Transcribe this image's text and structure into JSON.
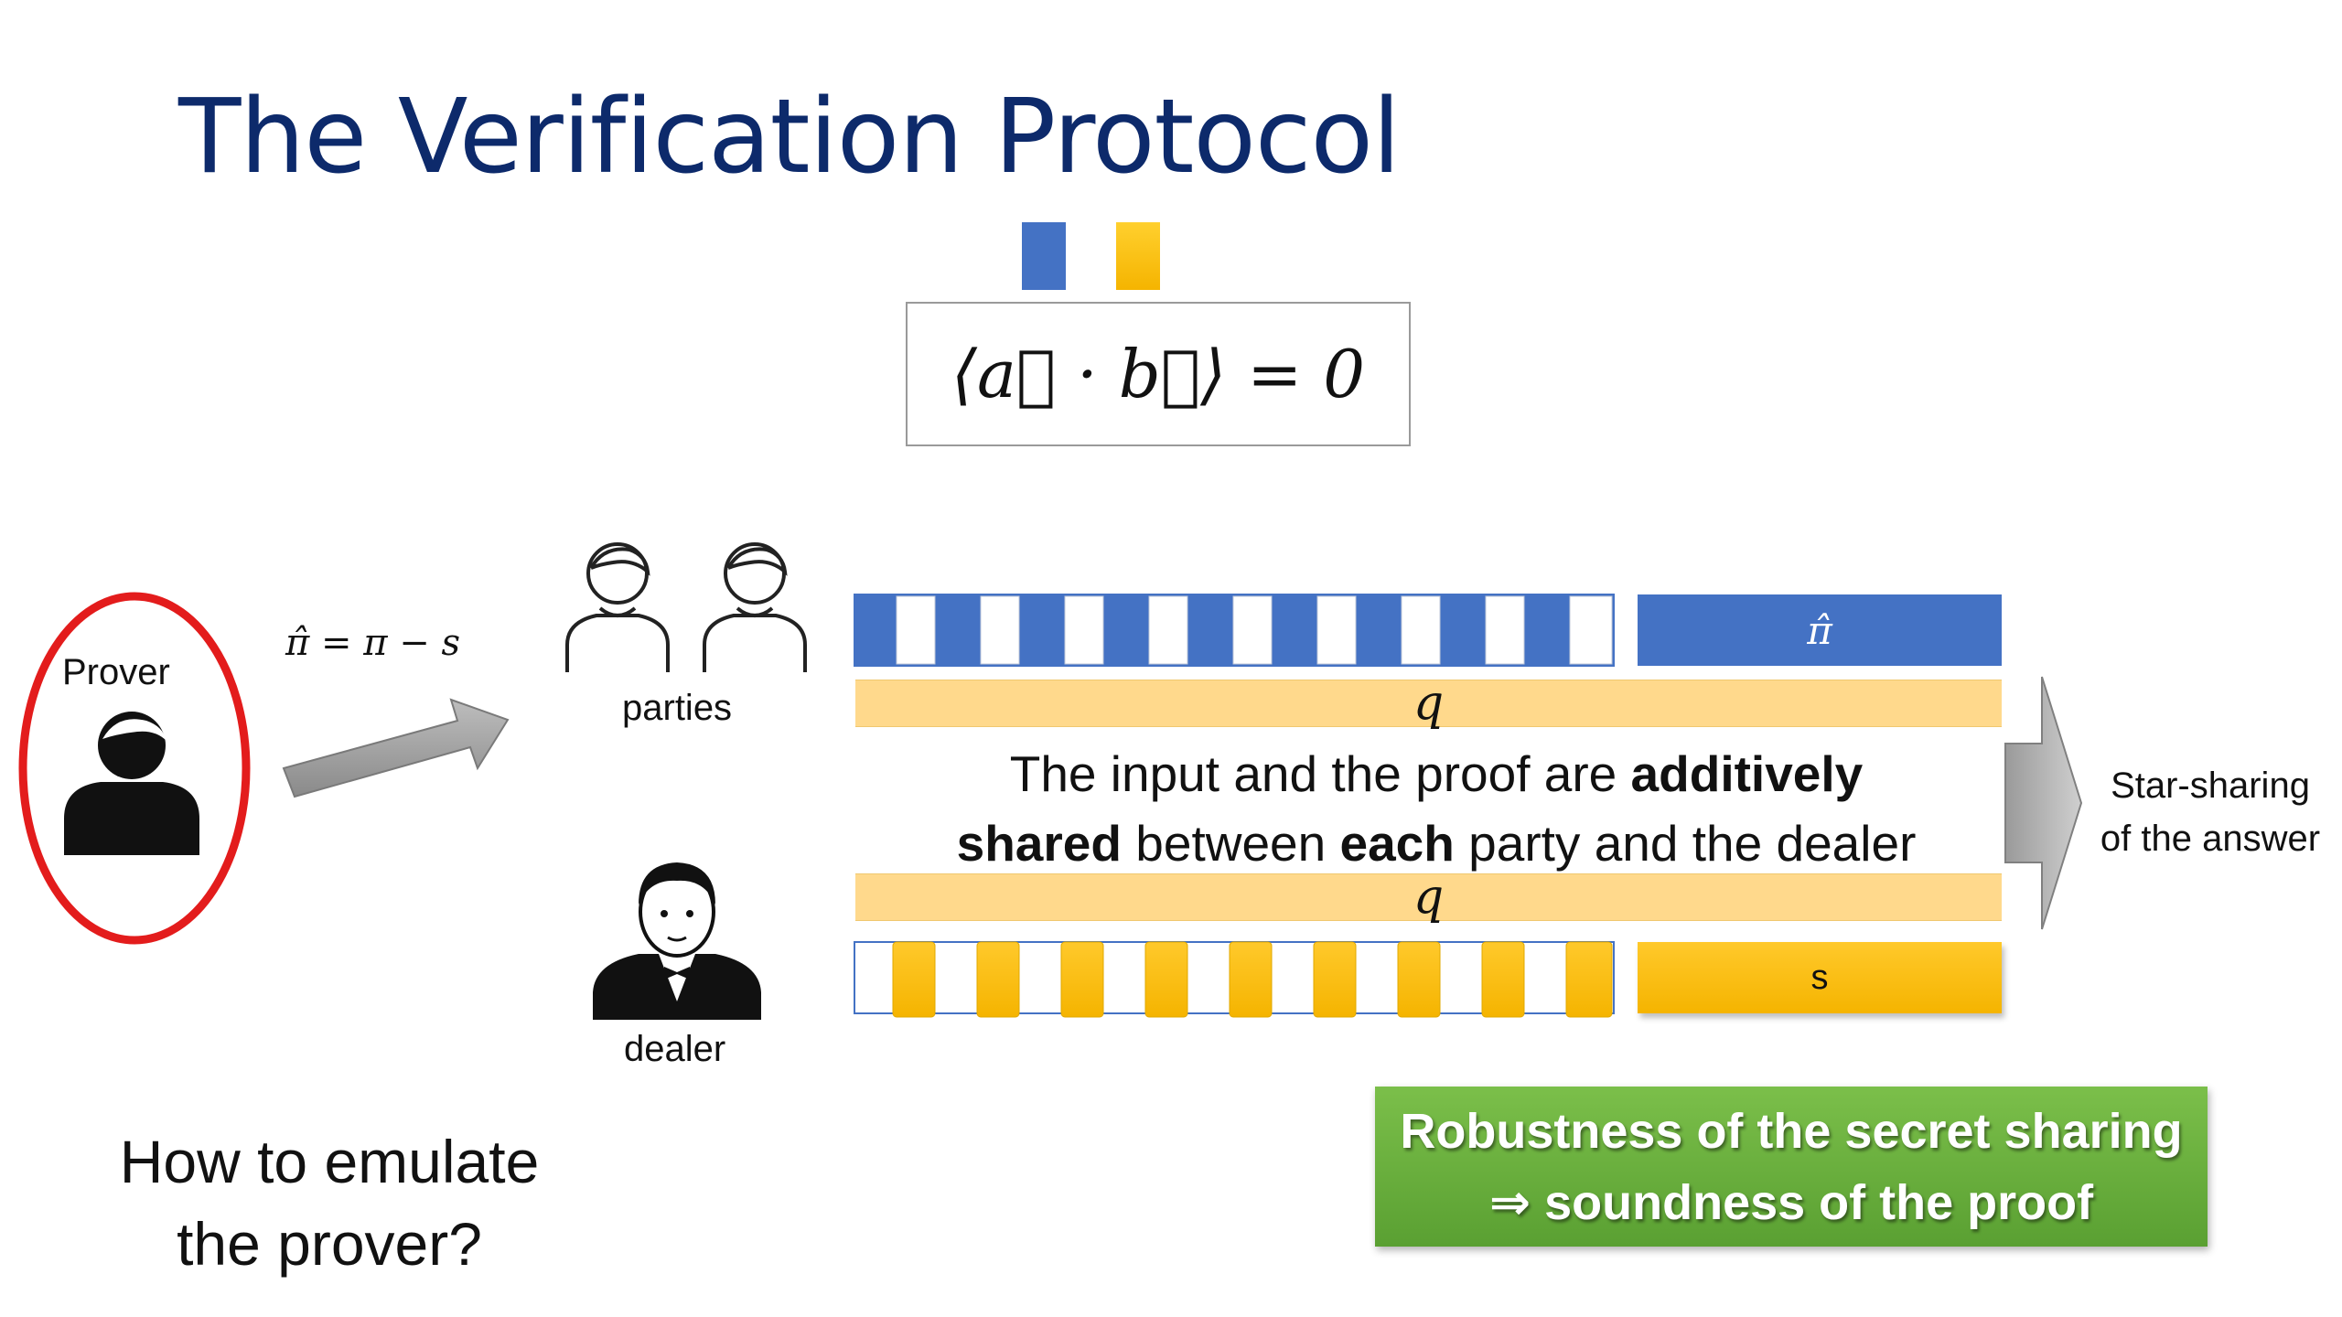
{
  "slide": {
    "title": "The Verification Protocol",
    "formula": "⟨a⃗ · b⃗⟩ = 0",
    "prover_label": "Prover",
    "pi_hat_equation": "π̂ = π − s",
    "parties_label": "parties",
    "dealer_label": "dealer",
    "pi_hat_label": "π̂",
    "q_label": "q",
    "s_label": "s",
    "shared_text": {
      "part1": "The input and the proof are ",
      "bold1": "additively",
      "bold2": "shared",
      "part2": " between ",
      "bold3": "each",
      "part3": " party and the dealer"
    },
    "star_sharing": {
      "line1": "Star-sharing",
      "line2": "of the answer"
    },
    "robustness": {
      "line1": "Robustness of the secret sharing",
      "line2": "⇒ soundness of the proof"
    },
    "question": {
      "line1": "How to emulate",
      "line2": "the prover?"
    }
  },
  "colors": {
    "title": "#0d2a6b",
    "blue": "#4472c4",
    "gold": "#ffc000",
    "light_gold": "#ffd98c",
    "green": "#70ad47",
    "prover_circle": "#e31c1c",
    "arrow_gray": "#9e9e9e"
  },
  "icons": {
    "vector_a_square": "blue-square",
    "vector_b_square": "gold-square",
    "prover": "person-silhouette-icon",
    "parties": "person-outline-icon",
    "dealer": "dealer-tuxedo-icon",
    "arrow": "block-arrow-icon"
  }
}
